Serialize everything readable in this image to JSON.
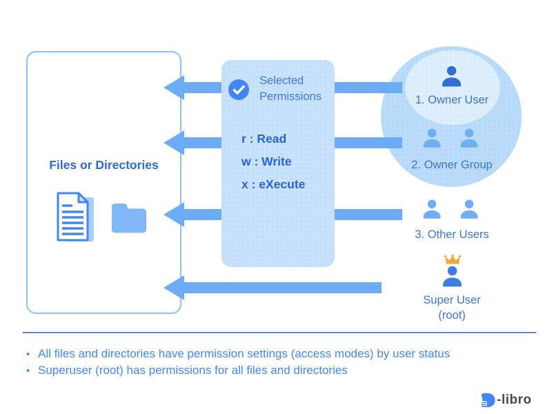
{
  "left_box": {
    "title": "Files or Directories",
    "icons": [
      "document-icon",
      "folder-icon"
    ]
  },
  "center_box": {
    "title": "Selected Permissions",
    "check_icon": "checkmark-circle",
    "permissions": [
      "r : Read",
      "w : Write",
      "x : eXecute"
    ]
  },
  "users": {
    "owner_user": "1. Owner User",
    "owner_group": "2. Owner Group",
    "other_users": "3. Other Users",
    "super_user": "Super User",
    "super_user_sub": "(root)"
  },
  "notes": [
    "All files and directories have permission settings (access modes) by user status",
    "Superuser (root) has permissions for all files and directories"
  ],
  "logo": {
    "text": "-libro"
  },
  "colors": {
    "arrow": "#6CACF6",
    "accent_blue": "#4285F4",
    "center_box_fill": "#C9E2FB",
    "big_circle_fill": "#BADCFA",
    "inner_circle_fill": "#DDEEFD",
    "dark_user_icon": "#2E6FD4",
    "light_user_icon": "#6FAEF6",
    "super_user_icon": "#3F7CE3",
    "crown": "#F2A63B",
    "title_text": "#2B6BD3",
    "note_text": "#4387F2"
  }
}
